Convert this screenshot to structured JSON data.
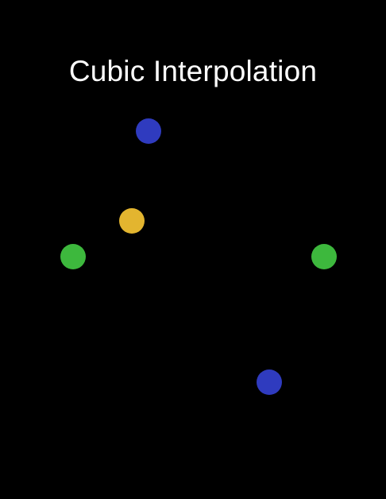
{
  "title": "Cubic Interpolation",
  "colors": {
    "background": "#000000",
    "title_text": "#ffffff",
    "control_point": "#2f3bbf",
    "end_point": "#3db83d",
    "interpolated_point": "#e3b52f"
  },
  "points": [
    {
      "role": "control_point",
      "color_key": "control_point"
    },
    {
      "role": "interpolated_point",
      "color_key": "interpolated_point"
    },
    {
      "role": "end_point",
      "color_key": "end_point"
    },
    {
      "role": "end_point",
      "color_key": "end_point"
    },
    {
      "role": "control_point",
      "color_key": "control_point"
    }
  ]
}
